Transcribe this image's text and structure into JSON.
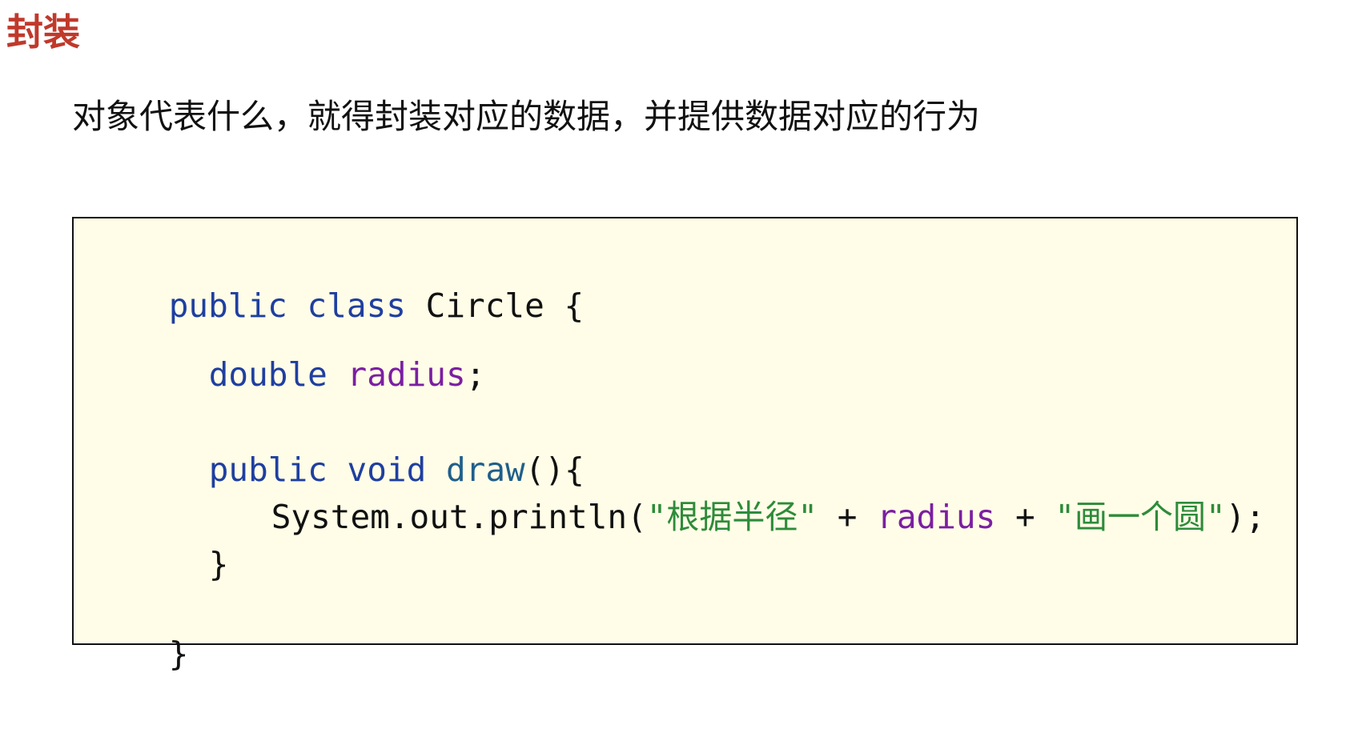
{
  "slide": {
    "title": "封装",
    "subtitle": "对象代表什么，就得封装对应的数据，并提供数据对应的行为"
  },
  "code": {
    "lines": [
      {
        "id": "class-decl",
        "tokens": [
          {
            "text": "public",
            "kind": "kw"
          },
          {
            "text": " ",
            "kind": "punct"
          },
          {
            "text": "class",
            "kind": "kw"
          },
          {
            "text": " Circle {",
            "kind": "ident"
          }
        ]
      },
      {
        "id": "field-decl",
        "tokens": [
          {
            "text": "double",
            "kind": "kw"
          },
          {
            "text": " ",
            "kind": "punct"
          },
          {
            "text": "radius",
            "kind": "field"
          },
          {
            "text": ";",
            "kind": "punct"
          }
        ]
      },
      {
        "id": "method-decl",
        "tokens": [
          {
            "text": "public",
            "kind": "kw"
          },
          {
            "text": " ",
            "kind": "punct"
          },
          {
            "text": "void",
            "kind": "kw"
          },
          {
            "text": " ",
            "kind": "punct"
          },
          {
            "text": "draw",
            "kind": "fn"
          },
          {
            "text": "(){",
            "kind": "punct"
          }
        ]
      },
      {
        "id": "print-stmt",
        "tokens": [
          {
            "text": "System.out.println(",
            "kind": "ident"
          },
          {
            "text": "\"根据半径\"",
            "kind": "str"
          },
          {
            "text": " + ",
            "kind": "punct"
          },
          {
            "text": "radius",
            "kind": "field"
          },
          {
            "text": " + ",
            "kind": "punct"
          },
          {
            "text": "\"画一个圆\"",
            "kind": "str"
          },
          {
            "text": ");",
            "kind": "punct"
          }
        ]
      },
      {
        "id": "method-close",
        "tokens": [
          {
            "text": "}",
            "kind": "punct"
          }
        ]
      },
      {
        "id": "class-close",
        "tokens": [
          {
            "text": "}",
            "kind": "punct"
          }
        ]
      }
    ]
  },
  "colors": {
    "title": "#c0392b",
    "keyword": "#1f3fa0",
    "field": "#7b1fa2",
    "method": "#1f5f8b",
    "string": "#2e8b3a",
    "code_background": "#fffde7"
  }
}
